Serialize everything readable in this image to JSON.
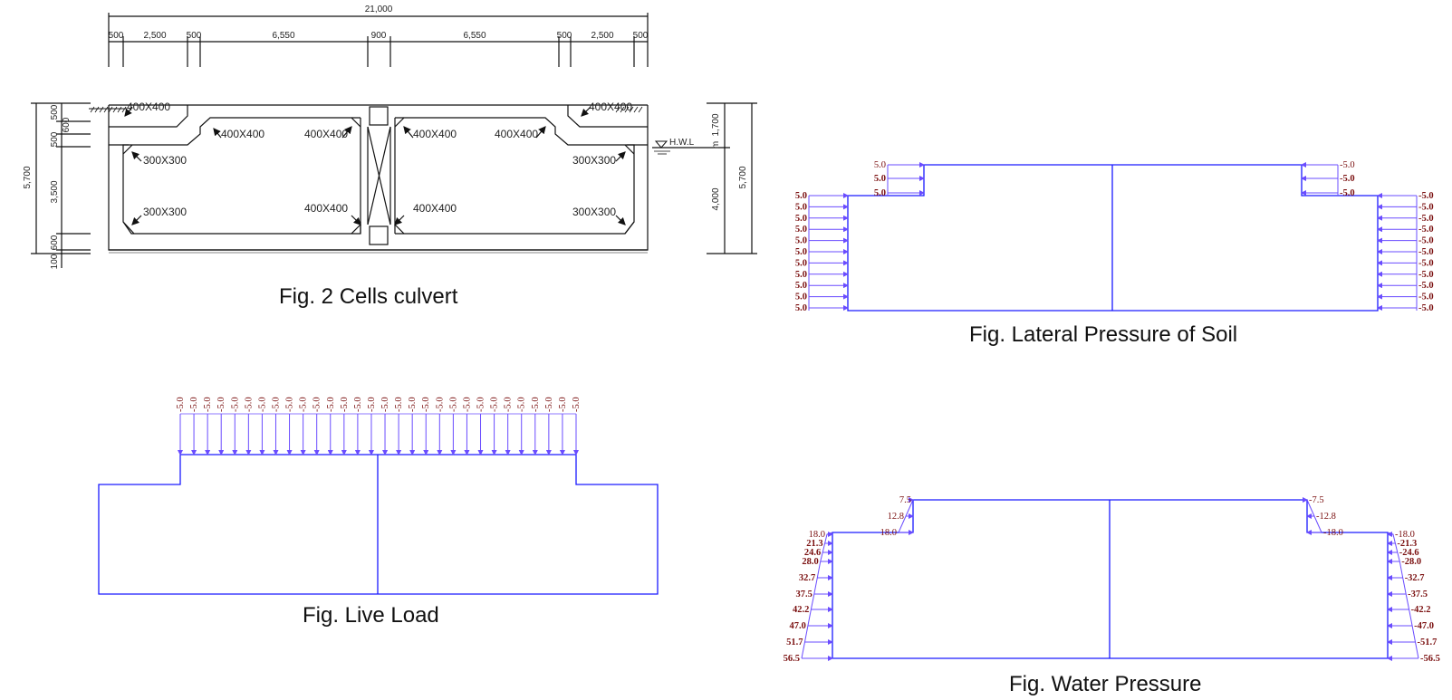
{
  "figures": {
    "culvert": {
      "caption": "Fig. 2 Cells culvert",
      "overall_width": "21,000",
      "top_dims": [
        "500",
        "2,500",
        "500",
        "6,550",
        "900",
        "6,550",
        "500",
        "2,500",
        "500"
      ],
      "left_dims": [
        "500",
        "600",
        "500",
        "3,500",
        "600",
        "100"
      ],
      "left_total": "5,700",
      "right_dims": [
        "1,700",
        "4,000"
      ],
      "right_total": "5,700",
      "water_label": "H.W.L",
      "small_mark": "m",
      "haunch_labels": {
        "upper_left_outer": "400X400",
        "upper_right_outer": "400X400",
        "inner_top_1": "400X400",
        "inner_top_2": "400X400",
        "inner_top_3": "400X400",
        "inner_top_4": "400X400",
        "cell_top_left": "300X300",
        "cell_top_right": "300X300",
        "cell_bot_left": "300X300",
        "cell_bot_right": "300X300",
        "inner_bot_left": "400X400",
        "inner_bot_right": "400X400"
      }
    },
    "soil": {
      "caption": "Fig. Lateral Pressure of Soil",
      "left_top_values": [
        "5.0",
        "5.0",
        "5.0"
      ],
      "right_top_values": [
        "-5.0",
        "-5.0",
        "-5.0"
      ],
      "left_values": [
        "5.0",
        "5.0",
        "5.0",
        "5.0",
        "5.0",
        "5.0",
        "5.0",
        "5.0",
        "5.0",
        "5.0",
        "5.0"
      ],
      "right_values": [
        "-5.0",
        "-5.0",
        "-5.0",
        "-5.0",
        "-5.0",
        "-5.0",
        "-5.0",
        "-5.0",
        "-5.0",
        "-5.0",
        "-5.0"
      ]
    },
    "live": {
      "caption": "Fig. Live Load",
      "values": [
        "-5.0",
        "-5.0",
        "-5.0",
        "-5.0",
        "-5.0",
        "-5.0",
        "-5.0",
        "-5.0",
        "-5.0",
        "-5.0",
        "-5.0",
        "-5.0",
        "-5.0",
        "-5.0",
        "-5.0",
        "-5.0",
        "-5.0",
        "-5.0",
        "-5.0",
        "-5.0",
        "-5.0",
        "-5.0",
        "-5.0",
        "-5.0",
        "-5.0",
        "-5.0",
        "-5.0",
        "-5.0",
        "-5.0",
        "-5.0"
      ]
    },
    "water": {
      "caption": "Fig. Water Pressure",
      "left_top_values": [
        "7.5",
        "12.8",
        "18.0"
      ],
      "right_top_values": [
        "-7.5",
        "-12.8",
        "-18.0"
      ],
      "left_values": [
        "18.0",
        "21.3",
        "24.6",
        "28.0",
        "32.7",
        "37.5",
        "42.2",
        "47.0",
        "51.7",
        "56.5"
      ],
      "right_values": [
        "-18.0",
        "-21.3",
        "-24.6",
        "-28.0",
        "-32.7",
        "-37.5",
        "-42.2",
        "-47.0",
        "-51.7",
        "-56.5"
      ]
    }
  },
  "colors": {
    "frame": "#1a1aff",
    "arrow": "#6a4cff",
    "value": "#7a0f0f",
    "drawing": "#111111"
  }
}
